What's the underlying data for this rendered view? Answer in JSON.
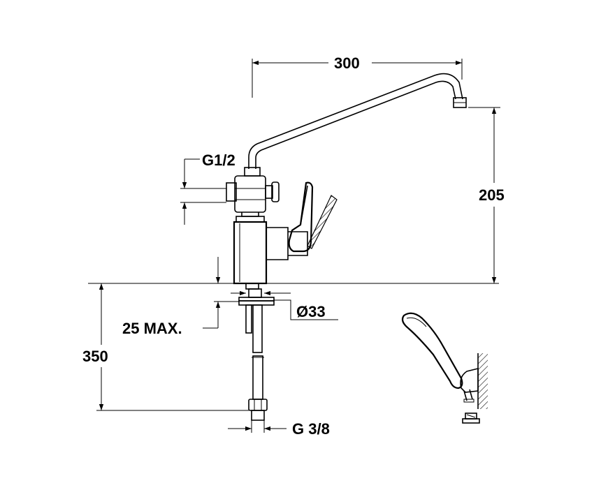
{
  "dimensions": {
    "spout_reach": "300",
    "spout_height": "205",
    "inlet_thread": "G1/2",
    "deck_thickness": "25 MAX.",
    "hole_diameter": "Ø33",
    "hose_length": "350",
    "hose_thread": "G 3/8"
  }
}
